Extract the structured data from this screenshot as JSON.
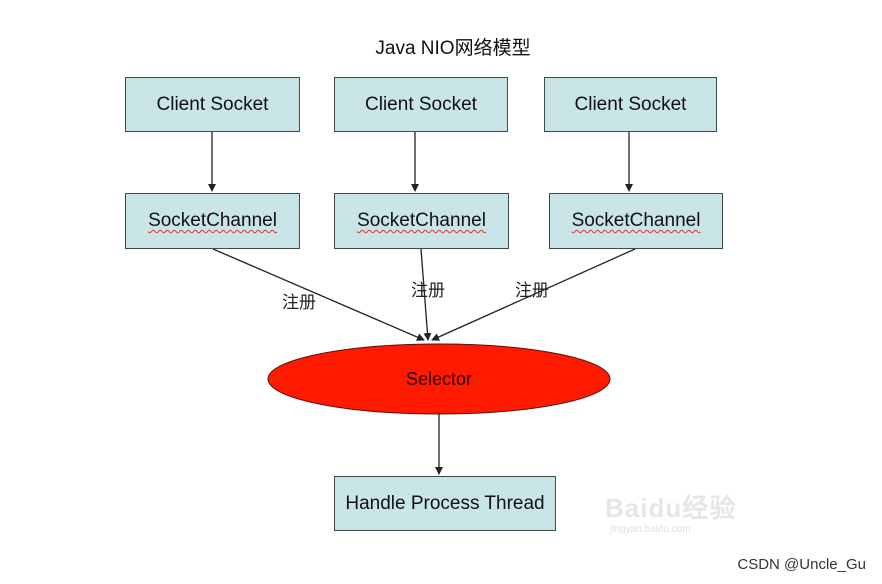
{
  "title": "Java NIO网络模型",
  "clients": [
    "Client Socket",
    "Client Socket",
    "Client Socket"
  ],
  "channels": [
    "SocketChannel",
    "SocketChannel",
    "SocketChannel"
  ],
  "edge_labels": [
    "注册",
    "注册",
    "注册"
  ],
  "selector": "Selector",
  "thread": "Handle Process Thread",
  "watermark": "Baidu经验",
  "watermark_url": "jingyan.baidu.com",
  "credit": "CSDN @Uncle_Gu",
  "colors": {
    "box_fill": "#c9e5e8",
    "box_border": "#3c4a4c",
    "selector_fill": "#ff1a00",
    "arrow": "#222222"
  }
}
